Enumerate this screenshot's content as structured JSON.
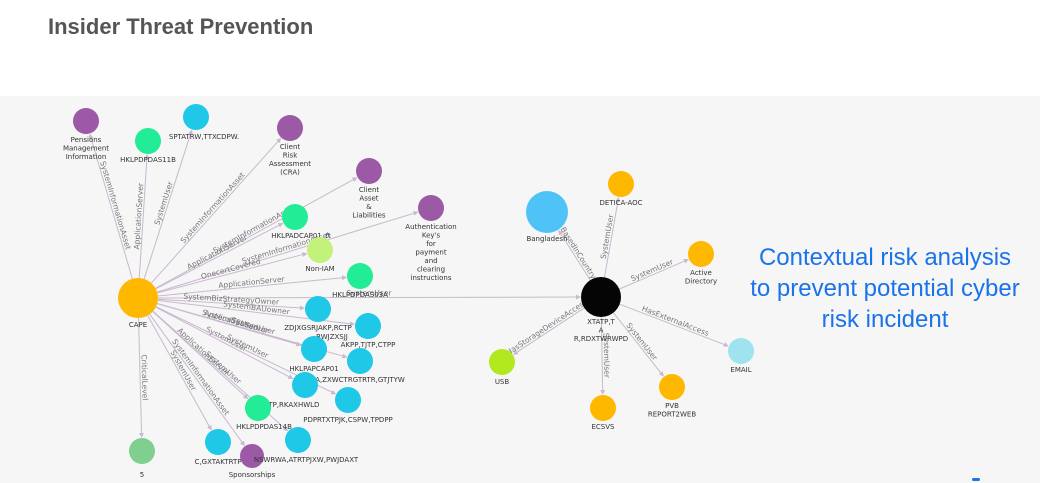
{
  "title": "Insider Threat Prevention",
  "callout": {
    "line1": "Contextual risk analysis",
    "line2": "to prevent potential cyber",
    "line3": "risk incident"
  },
  "colors": {
    "purple": "#9b59a6",
    "cyan": "#1ec8e6",
    "green": "#22ec96",
    "orange": "#ffb800",
    "black": "#050505",
    "lime": "#b2e81e",
    "lightgreen": "#c2f27a",
    "lightcyan": "#9ee3ee",
    "blue": "#4fc3f7",
    "gray_green": "#7fcf8f"
  },
  "nodes": [
    {
      "id": "cape",
      "label": "CAPE",
      "color": "orange"
    },
    {
      "id": "pmi",
      "label": [
        "Pensions",
        "Management",
        "Information"
      ],
      "color": "purple"
    },
    {
      "id": "sptatrw",
      "label": "SPTATRW,TTXCDPW.",
      "color": "cyan"
    },
    {
      "id": "hklpdpdas11b",
      "label": "HKLPDPDAS11B",
      "color": "green"
    },
    {
      "id": "cra",
      "label": [
        "Client",
        "Risk",
        "Assessment",
        "(CRA)"
      ],
      "color": "purple"
    },
    {
      "id": "cal",
      "label": [
        "Client",
        "Asset",
        "&",
        "Liabilities"
      ],
      "color": "purple"
    },
    {
      "id": "akfp",
      "label": [
        "Authentication",
        "Key's",
        "for",
        "payment",
        "and",
        "clearing",
        "instructions"
      ],
      "color": "purple"
    },
    {
      "id": "hklpadcap01",
      "label": "HKLPADCAP01_tt",
      "color": "green"
    },
    {
      "id": "noniam",
      "label": "Non-IAM",
      "color": "lightgreen"
    },
    {
      "id": "hklpdpdas03a",
      "label": "HKLPDPDAS03A",
      "color": "green"
    },
    {
      "id": "zdjx",
      "label": "ZDJXGSRJAKP,RCTP",
      "color": "cyan"
    },
    {
      "id": "akpp",
      "label": "AKPP,TJTP,CTPP",
      "color": "cyan"
    },
    {
      "id": "rwjz",
      "label": "RWJZXSJJ",
      "color": "green"
    },
    {
      "id": "zxwct",
      "label": "A,ZXWCTRGTRTR,GTJTYW",
      "color": "cyan"
    },
    {
      "id": "hklpapcap01",
      "label": "HKLPAPCAP01",
      "color": "cyan"
    },
    {
      "id": "rtxrtp",
      "label": "RTXRTP,RKAXHWLD",
      "color": "cyan"
    },
    {
      "id": "pdprt",
      "label": "PDPRTXTPJK,CSPW,TPDPP",
      "color": "cyan"
    },
    {
      "id": "hklpdpdas14b",
      "label": "HKLPDPDAS14B",
      "color": "green"
    },
    {
      "id": "cgxtak",
      "label": "C,GXTAKTRTP",
      "color": "cyan"
    },
    {
      "id": "sponsor",
      "label": "Sponsorships",
      "color": "purple"
    },
    {
      "id": "nswrwa",
      "label": "NSWRWA,ATRTPJXW,PWJDAXT",
      "color": "cyan"
    },
    {
      "id": "s5",
      "label": "5",
      "color": "gray_green"
    },
    {
      "id": "xtatp",
      "label": [
        "XTATP,T",
        "A",
        "R,RDXTWRWPD"
      ],
      "color": "black"
    },
    {
      "id": "bangladesh",
      "label": "Bangladesh",
      "color": "blue"
    },
    {
      "id": "deticaaoc",
      "label": "DETICA-AOC",
      "color": "orange"
    },
    {
      "id": "ad",
      "label": [
        "Active",
        "Directory"
      ],
      "color": "orange"
    },
    {
      "id": "email",
      "label": "EMAIL",
      "color": "lightcyan"
    },
    {
      "id": "pvb",
      "label": [
        "PVB",
        "REPORT2WEB"
      ],
      "color": "orange"
    },
    {
      "id": "ecsvs",
      "label": "ECSVS",
      "color": "orange"
    },
    {
      "id": "usb",
      "label": "USB",
      "color": "lime"
    }
  ],
  "edges": [
    {
      "from": "cape",
      "to": "pmi",
      "label": "SystemInformationAsset"
    },
    {
      "from": "cape",
      "to": "sptatrw",
      "label": "SystemUser"
    },
    {
      "from": "cape",
      "to": "hklpdpdas11b",
      "label": "ApplicationServer"
    },
    {
      "from": "cape",
      "to": "cra",
      "label": "SystemInformationAsset"
    },
    {
      "from": "cape",
      "to": "cal",
      "label": "SystemInformationAsset"
    },
    {
      "from": "cape",
      "to": "hklpadcap01",
      "label": "ApplicationServer"
    },
    {
      "from": "cape",
      "to": "akfp",
      "label": "SystemInformationAsset"
    },
    {
      "from": "cape",
      "to": "noniam",
      "label": "OnecertCovered"
    },
    {
      "from": "cape",
      "to": "hklpdpdas03a",
      "label": "ApplicationServer"
    },
    {
      "from": "cape",
      "to": "xtatp",
      "label": "SystemUser"
    },
    {
      "from": "cape",
      "to": "zdjx",
      "label": "SystemBizStrategyOwner"
    },
    {
      "from": "cape",
      "to": "akpp",
      "label": "SystemBAUowner"
    },
    {
      "from": "cape",
      "to": "rwjz",
      "label": "ApplicationServer"
    },
    {
      "from": "cape",
      "to": "hklpapcap01",
      "label": "SystemITSLead"
    },
    {
      "from": "cape",
      "to": "zxwct",
      "label": "SystemUser"
    },
    {
      "from": "cape",
      "to": "rtxrtp",
      "label": "SystemUser"
    },
    {
      "from": "cape",
      "to": "pdprt",
      "label": "SystemUser"
    },
    {
      "from": "cape",
      "to": "hklpdpdas14b",
      "label": "ApplicationServer"
    },
    {
      "from": "cape",
      "to": "cgxtak",
      "label": "SystemUser"
    },
    {
      "from": "cape",
      "to": "sponsor",
      "label": "SystemInformationAsset"
    },
    {
      "from": "cape",
      "to": "nswrwa",
      "label": "SystemUser"
    },
    {
      "from": "cape",
      "to": "s5",
      "label": "CriticalLevel"
    },
    {
      "from": "xtatp",
      "to": "bangladesh",
      "label": "BasedInCountry"
    },
    {
      "from": "xtatp",
      "to": "deticaaoc",
      "label": "SystemUser"
    },
    {
      "from": "xtatp",
      "to": "ad",
      "label": "SystemUser"
    },
    {
      "from": "xtatp",
      "to": "email",
      "label": "HasExternalAccess"
    },
    {
      "from": "xtatp",
      "to": "pvb",
      "label": "SystemUser"
    },
    {
      "from": "xtatp",
      "to": "ecsvs",
      "label": "SystemUser"
    },
    {
      "from": "xtatp",
      "to": "usb",
      "label": "HasStorageDeviceAccess"
    }
  ]
}
